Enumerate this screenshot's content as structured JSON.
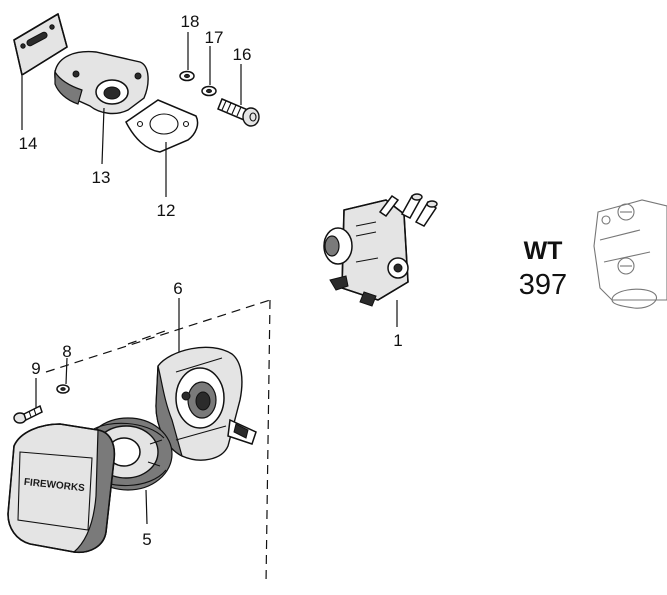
{
  "callouts": {
    "p1": "1",
    "p5": "5",
    "p6": "6",
    "p8": "8",
    "p9": "9",
    "p12": "12",
    "p13": "13",
    "p14": "14",
    "p16": "16",
    "p17": "17",
    "p18": "18"
  },
  "model": {
    "code": "WT",
    "number": "397"
  },
  "cover_label": "FIREWORKS"
}
